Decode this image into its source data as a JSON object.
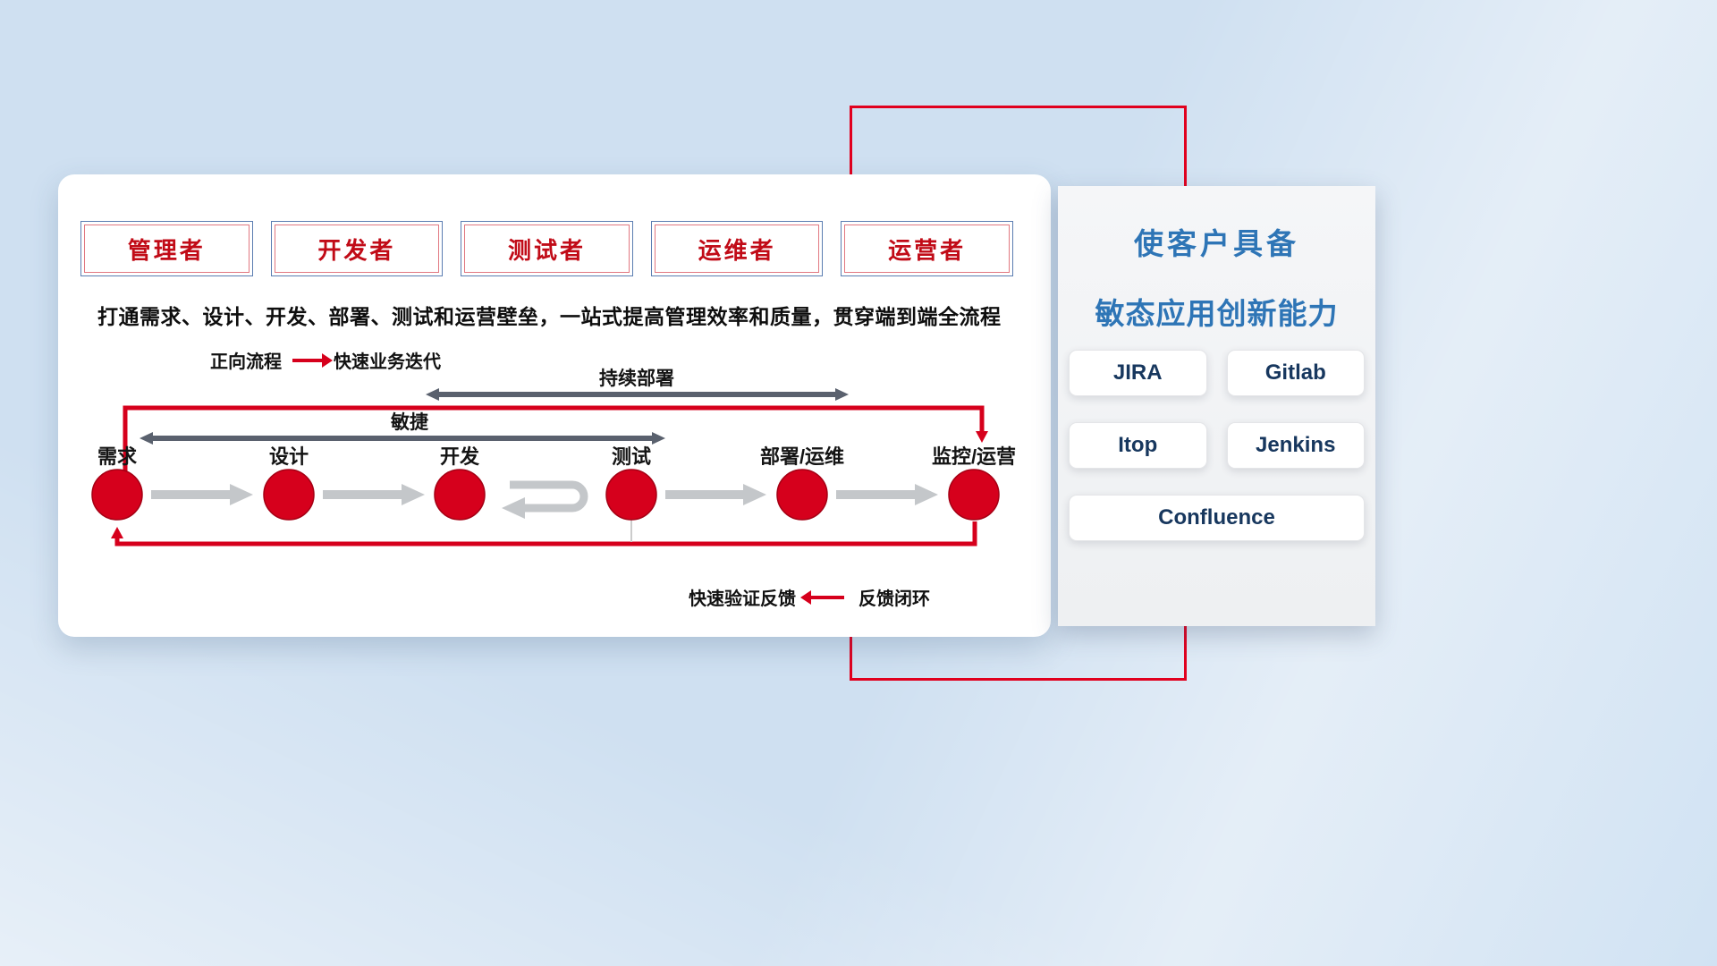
{
  "roles": {
    "items": [
      "管理者",
      "开发者",
      "测试者",
      "运维者",
      "运营者"
    ]
  },
  "headline": "打通需求、设计、开发、部署、测试和运营壁垒，一站式提高管理效率和质量，贯穿端到端全流程",
  "legend": {
    "forward_label": "正向流程",
    "forward_value": "快速业务迭代",
    "feedback_value": "快速验证反馈",
    "feedback_label": "反馈闭环"
  },
  "flow": {
    "stages": [
      "需求",
      "设计",
      "开发",
      "测试",
      "部署/运维",
      "监控/运营"
    ],
    "agile_label": "敏捷",
    "continuous_deployment_label": "持续部署"
  },
  "panel": {
    "title_line1": "使客户具备",
    "title_line2": "敏态应用创新能力",
    "tools": [
      "JIRA",
      "Gitlab",
      "Itop",
      "Jenkins",
      "Confluence"
    ]
  },
  "colors": {
    "accent_red": "#d6001c",
    "frame_red": "#e1001e",
    "panel_title_blue": "#2e75b6",
    "tool_text_navy": "#17375e",
    "dark_arrow_gray": "#5a616e",
    "light_arrow_gray": "#c4c7ca"
  }
}
